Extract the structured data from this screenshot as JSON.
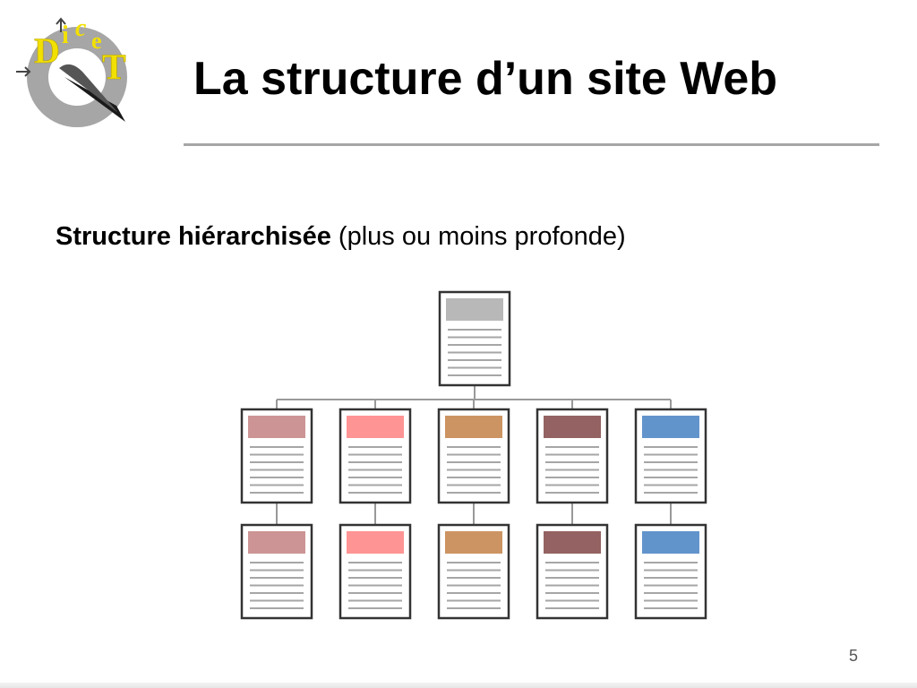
{
  "slide": {
    "title": "La structure d’un site Web",
    "subtitle_bold": "Structure hiérarchisée",
    "subtitle_rest": " (plus ou moins profonde)",
    "page_number": "5"
  },
  "logo": {
    "icon": "dicet-logo-icon",
    "letters": [
      "D",
      "i",
      "c",
      "e",
      "T"
    ],
    "colors": {
      "ring": "#a6a6a6",
      "letters": "#f2e000",
      "pen": "#1a1a1a"
    }
  },
  "diagram": {
    "root": {
      "header_color": "#b8b8b8"
    },
    "branches": [
      {
        "header_color": "#cc9494",
        "depth": 2
      },
      {
        "header_color": "#ff9494",
        "depth": 2
      },
      {
        "header_color": "#cc9462",
        "depth": 2
      },
      {
        "header_color": "#946262",
        "depth": 2
      },
      {
        "header_color": "#6294cc",
        "depth": 2
      }
    ],
    "line_color": "#999999",
    "text_line_color": "#a6a6a6",
    "border_color": "#333333"
  }
}
